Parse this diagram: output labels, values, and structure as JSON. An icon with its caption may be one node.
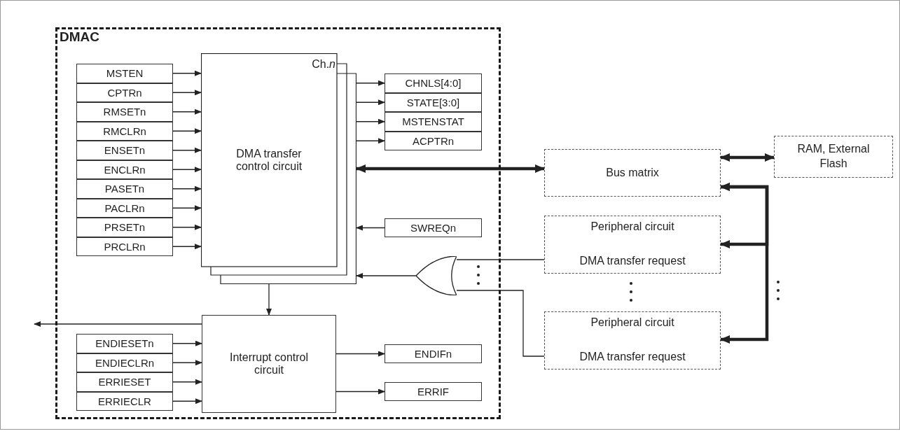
{
  "diagram": {
    "nodes": [
      {
        "text": [
          "DMAC"
        ]
      },
      {
        "text": [
          "MSTEN"
        ],
        "in": 0
      },
      {
        "text": [
          "CPTRn"
        ],
        "in": 0
      },
      {
        "text": [
          "RMSETn"
        ],
        "in": 0
      },
      {
        "text": [
          "RMCLRn"
        ],
        "in": 0
      },
      {
        "text": [
          "ENSETn"
        ],
        "in": 0
      },
      {
        "text": [
          "ENCLRn"
        ],
        "in": 0
      },
      {
        "text": [
          "PASETn"
        ],
        "in": 0
      },
      {
        "text": [
          "PACLRn"
        ],
        "in": 0
      },
      {
        "text": [
          "PRSETn"
        ],
        "in": 0
      },
      {
        "text": [
          "PRCLRn"
        ],
        "in": 0
      },
      {
        "text": [
          "DMA transfer control circuit",
          "Ch.*n*"
        ],
        "in": 0
      },
      {
        "text": [
          "CHNLS[4:0]"
        ],
        "in": 0
      },
      {
        "text": [
          "STATE[3:0]"
        ],
        "in": 0
      },
      {
        "text": [
          "MSTENSTAT"
        ],
        "in": 0
      },
      {
        "text": [
          "ACPTRn"
        ],
        "in": 0
      },
      {
        "text": [
          "SWREQn"
        ],
        "in": 0
      },
      {
        "text": [],
        "shape": "gate",
        "in": 0
      },
      {
        "text": [
          "Interrupt control circuit"
        ],
        "in": 0
      },
      {
        "text": [
          "ENDIESETn"
        ],
        "in": 0
      },
      {
        "text": [
          "ENDIECLRn"
        ],
        "in": 0
      },
      {
        "text": [
          "ERRIESET"
        ],
        "in": 0
      },
      {
        "text": [
          "ERRIECLR"
        ],
        "in": 0
      },
      {
        "text": [
          "ENDIFn"
        ],
        "in": 0
      },
      {
        "text": [
          "ERRIF"
        ],
        "in": 0
      },
      {
        "text": [
          "Bus matrix"
        ]
      },
      {
        "text": [
          "RAM, External Flash"
        ]
      },
      {
        "text": [
          "Peripheral circuit",
          "DMA transfer request"
        ]
      },
      {
        "text": [
          "Peripheral circuit",
          "DMA transfer request"
        ]
      }
    ],
    "edges": [
      {
        "from": 1,
        "to": 11,
        "arrow": "to"
      },
      {
        "from": 2,
        "to": 11,
        "arrow": "to"
      },
      {
        "from": 3,
        "to": 11,
        "arrow": "to"
      },
      {
        "from": 4,
        "to": 11,
        "arrow": "to"
      },
      {
        "from": 5,
        "to": 11,
        "arrow": "to"
      },
      {
        "from": 6,
        "to": 11,
        "arrow": "to"
      },
      {
        "from": 7,
        "to": 11,
        "arrow": "to"
      },
      {
        "from": 8,
        "to": 11,
        "arrow": "to"
      },
      {
        "from": 9,
        "to": 11,
        "arrow": "to"
      },
      {
        "from": 10,
        "to": 11,
        "arrow": "to"
      },
      {
        "from": 11,
        "to": 12,
        "arrow": "to"
      },
      {
        "from": 11,
        "to": 13,
        "arrow": "to"
      },
      {
        "from": 11,
        "to": 14,
        "arrow": "to"
      },
      {
        "from": 11,
        "to": 15,
        "arrow": "to"
      },
      {
        "from": 11,
        "to": 25,
        "arrow": "both",
        "style": "thick"
      },
      {
        "from": 16,
        "to": 11,
        "arrow": "to"
      },
      {
        "from": 17,
        "to": 11,
        "arrow": "to"
      },
      {
        "from": 27,
        "to": 17,
        "arrow": "none"
      },
      {
        "from": 28,
        "to": 17,
        "arrow": "none"
      },
      {
        "from": 11,
        "to": 18,
        "arrow": "to"
      },
      {
        "from": 18,
        "to": null,
        "arrow": "to"
      },
      {
        "from": 19,
        "to": 18,
        "arrow": "to"
      },
      {
        "from": 20,
        "to": 18,
        "arrow": "to"
      },
      {
        "from": 21,
        "to": 18,
        "arrow": "to"
      },
      {
        "from": 22,
        "to": 18,
        "arrow": "to"
      },
      {
        "from": 18,
        "to": 23,
        "arrow": "to"
      },
      {
        "from": 18,
        "to": 24,
        "arrow": "to"
      },
      {
        "from": 25,
        "to": 26,
        "arrow": "both",
        "style": "thick"
      },
      {
        "from": 25,
        "to": 27,
        "arrow": "both",
        "style": "thick"
      },
      {
        "from": 25,
        "to": 28,
        "arrow": "both",
        "style": "thick"
      }
    ]
  }
}
